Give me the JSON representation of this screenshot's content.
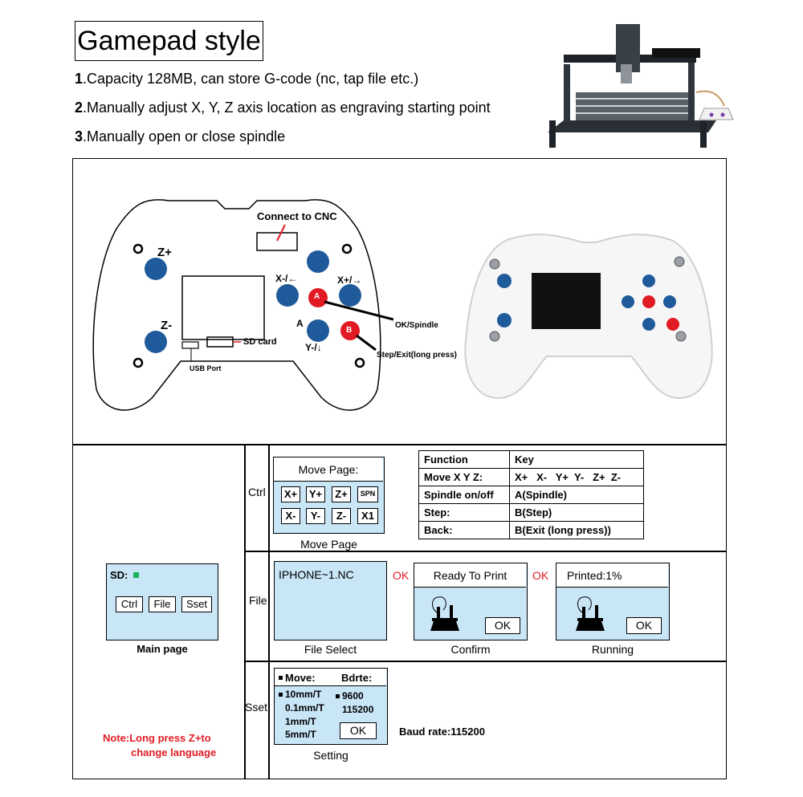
{
  "header": {
    "title": "Gamepad style",
    "features": [
      {
        "num": "1",
        "text": ".Capacity 128MB, can store G-code (nc, tap file etc.)"
      },
      {
        "num": "2",
        "text": ".Manually adjust X, Y, Z axis location as engraving starting point"
      },
      {
        "num": "3",
        "text": ".Manually open or close spindle"
      }
    ]
  },
  "diagram": {
    "connect": "Connect to CNC",
    "zplus": "Z+",
    "zminus": "Z-",
    "xminus": "X-/←",
    "xplus": "X+/→",
    "a_small": "A",
    "a_label": "A",
    "b_label": "B",
    "yminus": "Y-/↓",
    "ok_spindle": "OK/Spindle",
    "step_exit": "Step/Exit(long press)",
    "sd_card": "SD card",
    "usb_port": "USB Port"
  },
  "main_page": {
    "sd_label": "SD:",
    "buttons": [
      "Ctrl",
      "File",
      "Sset"
    ],
    "caption": "Main page",
    "note_line1": "Note:Long press Z+to",
    "note_line2": "change language"
  },
  "rows": {
    "ctrl": "Ctrl",
    "file": "File",
    "sset": "Sset"
  },
  "move_page": {
    "title": "Move Page:",
    "keys_row1": [
      "X+",
      "Y+",
      "Z+",
      "SPN"
    ],
    "keys_row2": [
      "X-",
      "Y-",
      "Z-",
      "X1"
    ],
    "caption": "Move Page"
  },
  "key_table": {
    "header": [
      "Function",
      "Key"
    ],
    "rows": [
      [
        "Move X Y Z:",
        "X+   X-   Y+  Y-   Z+  Z-"
      ],
      [
        "Spindle on/off",
        "A(Spindle)"
      ],
      [
        "Step:",
        "B(Step)"
      ],
      [
        "Back:",
        "B(Exit (long press))"
      ]
    ]
  },
  "file_row": {
    "file_name": "IPHONE~1.NC",
    "file_caption": "File Select",
    "ok1": "OK",
    "confirm_title": "Ready To Print",
    "confirm_ok": "OK",
    "confirm_caption": "Confirm",
    "ok2": "OK",
    "running_title": "Printed:1%",
    "running_ok": "OK",
    "running_caption": "Running"
  },
  "setting": {
    "move_label": "Move:",
    "bdrte_label": "Bdrte:",
    "steps": [
      "10mm/T",
      "0.1mm/T",
      "1mm/T",
      "5mm/T"
    ],
    "bauds": [
      "9600",
      "115200"
    ],
    "ok": "OK",
    "caption": "Setting",
    "baud_note": "Baud rate:115200"
  },
  "colors": {
    "button_blue": "#1f5a9b",
    "button_red": "#e01b23",
    "screen_blue": "#c9e6f7",
    "note_red": "#e01b23",
    "sd_green": "#19b35a"
  }
}
